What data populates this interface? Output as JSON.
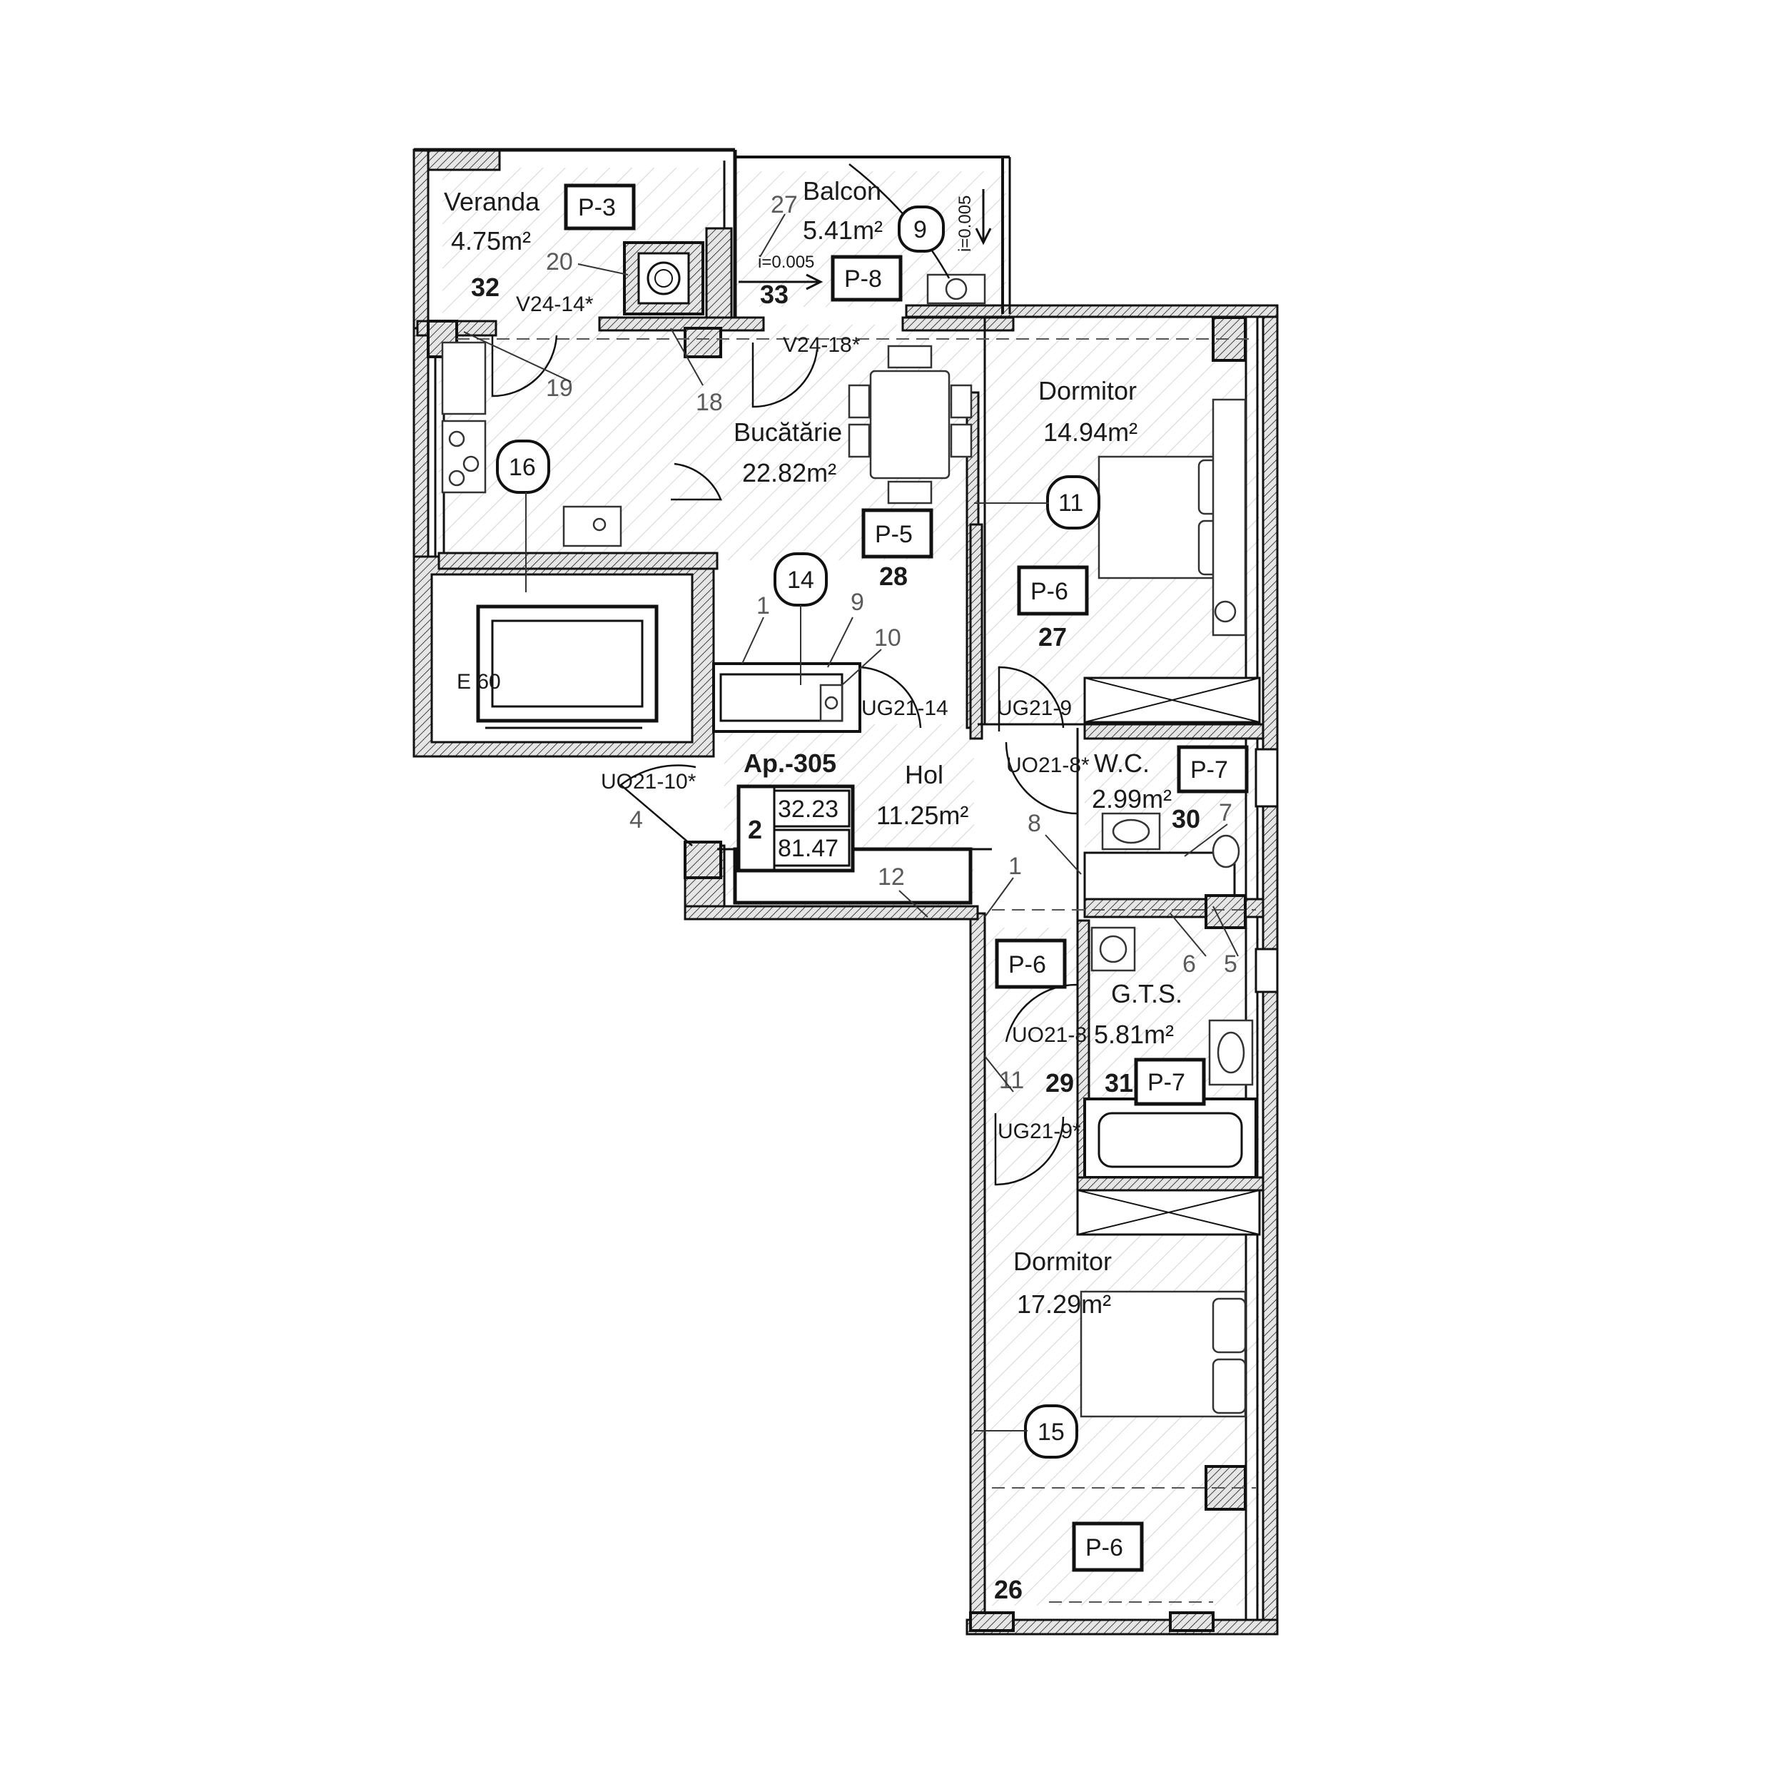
{
  "rooms": {
    "veranda": {
      "name": "Veranda",
      "area": "4.75m²"
    },
    "balcon": {
      "name": "Balcon",
      "area": "5.41m²"
    },
    "kitchen": {
      "name": "Bucătărie",
      "area": "22.82m²"
    },
    "bedroom1": {
      "name": "Dormitor",
      "area": "14.94m²"
    },
    "hall": {
      "name": "Hol",
      "area": "11.25m²"
    },
    "wc": {
      "name": "W.C.",
      "area": "2.99m²"
    },
    "bath": {
      "name": "G.T.S.",
      "area": "5.81m²"
    },
    "bedroom2": {
      "name": "Dormitor",
      "area": "17.29m²"
    }
  },
  "apartment": {
    "label": "Ap.-305",
    "rooms": "2",
    "area1": "32.23",
    "area2": "81.47"
  },
  "panels": {
    "p3": "P-3",
    "p8": "P-8",
    "p5": "P-5",
    "p6a": "P-6",
    "p6b": "P-6",
    "p6c": "P-6",
    "p7a": "P-7",
    "p7b": "P-7"
  },
  "circles": {
    "c9": "9",
    "c11": "11",
    "c14": "14",
    "c15": "15",
    "c16": "16"
  },
  "doors": {
    "v24_14": "V24-14*",
    "v24_18": "V24-18*",
    "ug21_14": "UG21-14",
    "ug21_9a": "UG21-9",
    "uo21_8s": "UO21-8*",
    "uo21_10": "UO21-10*",
    "uo21_8": "UO21-8",
    "ug21_9s": "UG21-9*",
    "e60": "E 60"
  },
  "slopes": {
    "s1": "i=0.005",
    "s2": "i=0.005"
  },
  "bold_numbers": {
    "n32": "32",
    "n33": "33",
    "n28": "28",
    "n27": "27",
    "n30": "30",
    "n29": "29",
    "n31": "31",
    "n26": "26"
  },
  "labels": {
    "l27": "27",
    "l20": "20",
    "l19": "19",
    "l18": "18",
    "l1a": "1",
    "l9": "9",
    "l10": "10",
    "l4": "4",
    "l12": "12",
    "l1b": "1",
    "l8": "8",
    "l7": "7",
    "l6": "6",
    "l5": "5",
    "l11": "11"
  }
}
